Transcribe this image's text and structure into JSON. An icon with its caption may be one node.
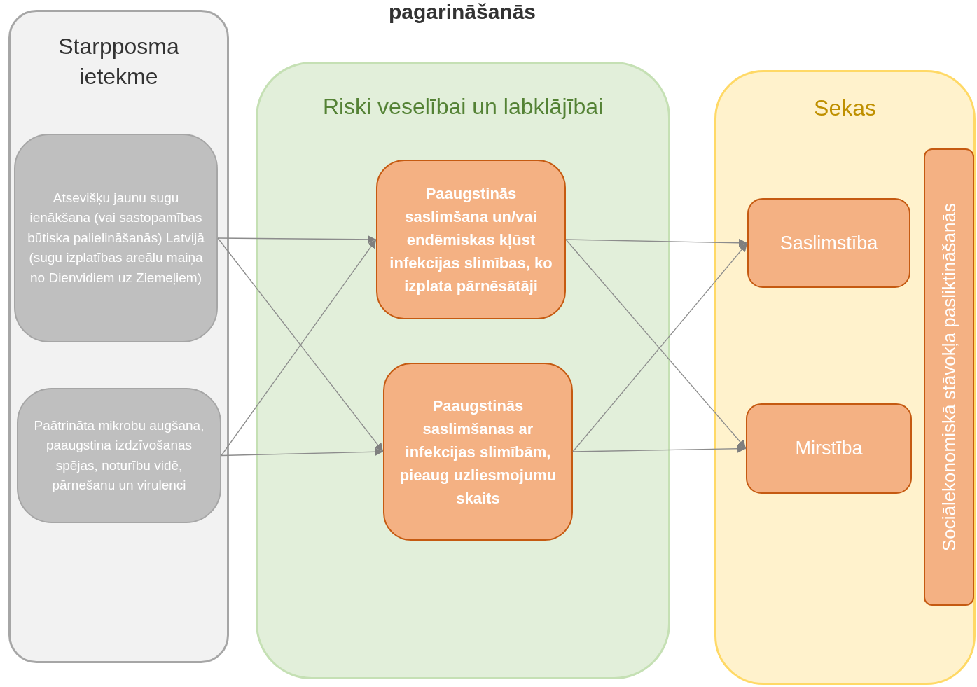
{
  "diagram": {
    "title": "pagarināšanās",
    "nodes": [
      {
        "text": [
          "Starpposma ietekme"
        ]
      },
      {
        "text": [
          "Atsevišķu jaunu sugu ienākšana (vai sastopamības būtiska palielināšanās) Latvijā (sugu izplatības areālu maiņa no Dienvidiem uz Ziemeļiem)"
        ],
        "in": 0
      },
      {
        "text": [
          "Paātrināta mikrobu augšana, paaugstina izdzīvošanas spējas, noturību vidē, pārnešanu un virulenci"
        ],
        "in": 0
      },
      {
        "text": [
          "Riski veselībai un labklājībai"
        ]
      },
      {
        "text": [
          "Paaugstinās saslimšana un/vai endēmiskas kļūst infekcijas slimības, ko izplata pārnēsātāji"
        ],
        "in": 3
      },
      {
        "text": [
          "Paaugstinās saslimšanas ar infekcijas slimībām, pieaug uzliesmojumu skaits"
        ],
        "in": 3
      },
      {
        "text": [
          "Sekas"
        ]
      },
      {
        "text": [
          "Saslimstība"
        ],
        "in": 6
      },
      {
        "text": [
          "Mirstība"
        ],
        "in": 6
      },
      {
        "text": [
          "Sociālekonomiskā stāvokļa pasliktināšanās"
        ],
        "in": 6
      }
    ],
    "edges": [
      {
        "from": 1,
        "to": 4,
        "arrow": "to"
      },
      {
        "from": 1,
        "to": 5,
        "arrow": "to"
      },
      {
        "from": 2,
        "to": 4,
        "arrow": "to"
      },
      {
        "from": 2,
        "to": 5,
        "arrow": "to"
      },
      {
        "from": 4,
        "to": 7,
        "arrow": "to"
      },
      {
        "from": 4,
        "to": 8,
        "arrow": "to"
      },
      {
        "from": 5,
        "to": 7,
        "arrow": "to"
      },
      {
        "from": 5,
        "to": 8,
        "arrow": "to"
      }
    ]
  }
}
